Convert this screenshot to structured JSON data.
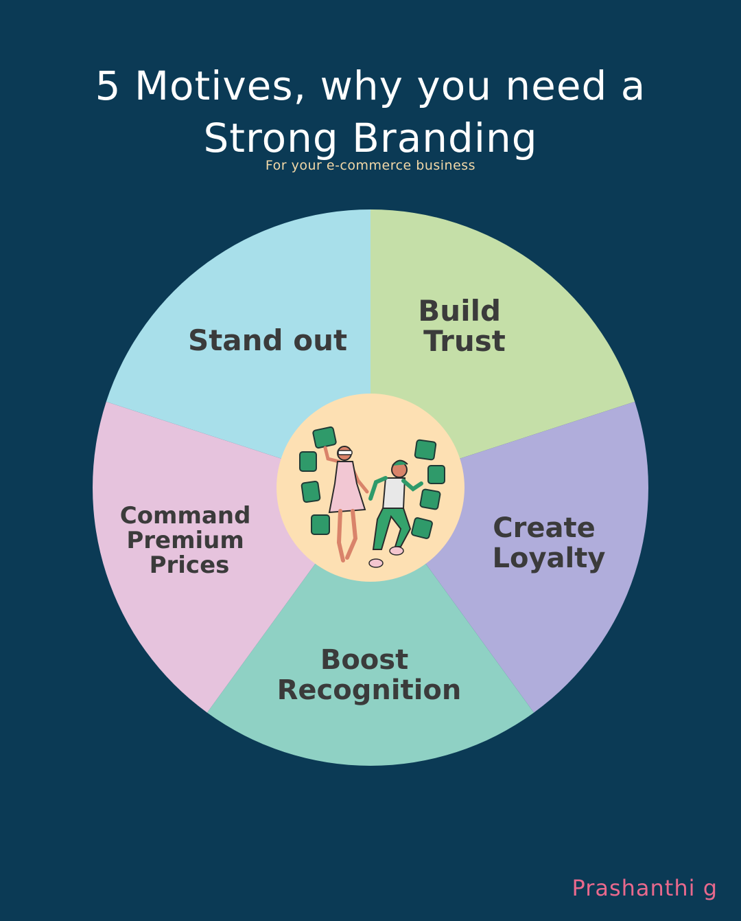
{
  "header": {
    "title_line1": "5 Motives, why you need a",
    "title_line2": "Strong  Branding",
    "subtitle": "For your e-commerce business"
  },
  "wheel": {
    "segments": [
      {
        "id": "stand-out",
        "lines": [
          "Stand out"
        ],
        "color": "#a8dfea"
      },
      {
        "id": "build-trust",
        "lines": [
          "Build",
          "Trust"
        ],
        "color": "#c5dfa8"
      },
      {
        "id": "create-loyalty",
        "lines": [
          "Create",
          "Loyalty"
        ],
        "color": "#b0addb"
      },
      {
        "id": "boost-recognition",
        "lines": [
          "Boost",
          "Recognition"
        ],
        "color": "#8fd1c4"
      },
      {
        "id": "command-premium-prices",
        "lines": [
          "Command",
          "Premium",
          "Prices"
        ],
        "color": "#e6c3dd"
      }
    ],
    "center_color": "#fde0b3"
  },
  "signature": "Prashanthi g"
}
